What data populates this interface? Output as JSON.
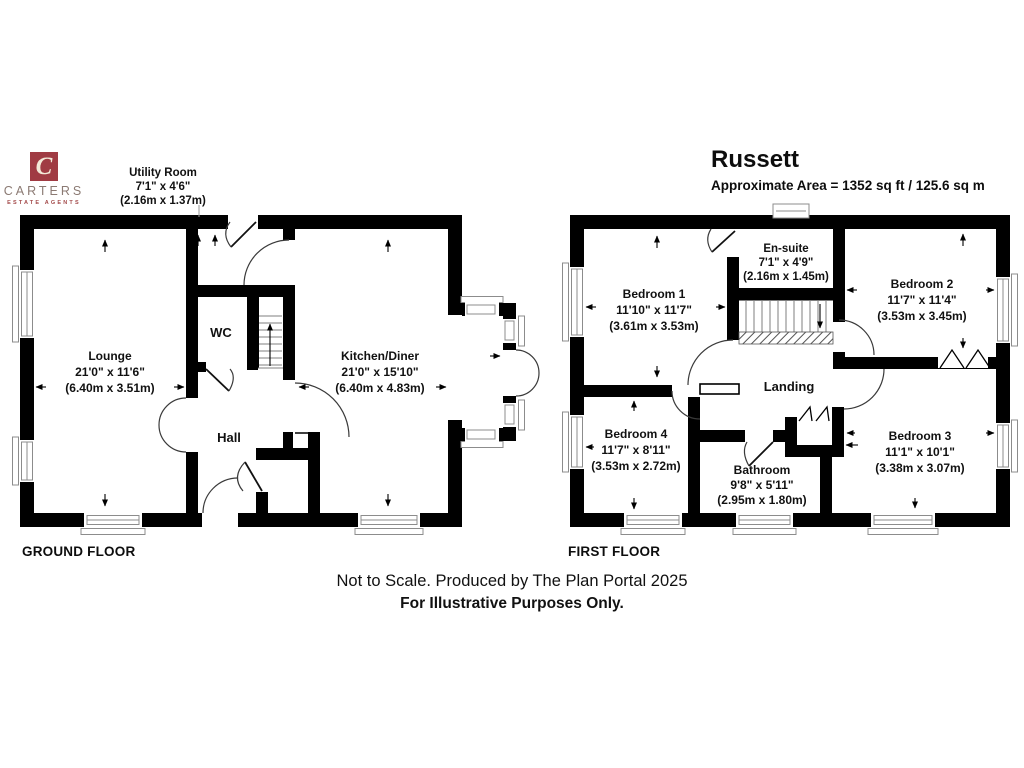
{
  "branding": {
    "logo_initial": "C",
    "name": "CARTERS",
    "tagline": "ESTATE AGENTS",
    "accent_color": "#a03b43",
    "name_color": "#8b7a73"
  },
  "header": {
    "title": "Russett",
    "area_line": "Approximate Area = 1352 sq ft / 125.6 sq m"
  },
  "ground": {
    "title": "GROUND FLOOR",
    "utility": {
      "name": "Utility Room",
      "imperial": "7'1\" x 4'6\"",
      "metric": "(2.16m x 1.37m)"
    },
    "lounge": {
      "name": "Lounge",
      "imperial": "21'0\" x 11'6\"",
      "metric": "(6.40m x 3.51m)"
    },
    "wc": {
      "name": "WC"
    },
    "hall": {
      "name": "Hall"
    },
    "kitchen": {
      "name": "Kitchen/Diner",
      "imperial": "21'0\" x 15'10\"",
      "metric": "(6.40m x 4.83m)"
    }
  },
  "first": {
    "title": "FIRST FLOOR",
    "bedroom1": {
      "name": "Bedroom 1",
      "imperial": "11'10\" x 11'7\"",
      "metric": "(3.61m x 3.53m)"
    },
    "ensuite": {
      "name": "En-suite",
      "imperial": "7'1\" x 4'9\"",
      "metric": "(2.16m x 1.45m)"
    },
    "bedroom2": {
      "name": "Bedroom 2",
      "imperial": "11'7\" x 11'4\"",
      "metric": "(3.53m x 3.45m)"
    },
    "landing": {
      "name": "Landing"
    },
    "bedroom4": {
      "name": "Bedroom 4",
      "imperial": "11'7\" x 8'11\"",
      "metric": "(3.53m x 2.72m)"
    },
    "bathroom": {
      "name": "Bathroom",
      "imperial": "9'8\" x 5'11\"",
      "metric": "(2.95m x 1.80m)"
    },
    "bedroom3": {
      "name": "Bedroom 3",
      "imperial": "11'1\" x 10'1\"",
      "metric": "(3.38m x 3.07m)"
    }
  },
  "footer": {
    "line1": "Not to Scale. Produced by The Plan Portal 2025",
    "line2": "For Illustrative Purposes Only."
  },
  "colors": {
    "wall": "#000000",
    "window_frame": "#8c8c8c",
    "door_arc": "#3a3a3a"
  }
}
